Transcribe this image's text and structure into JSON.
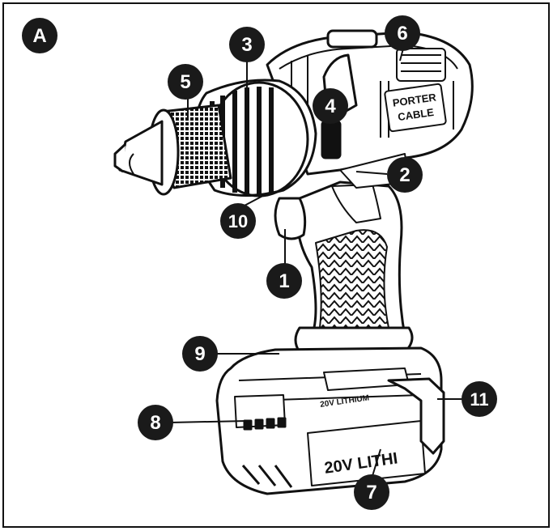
{
  "figure": {
    "panel_label": "A",
    "callouts": [
      "1",
      "2",
      "3",
      "4",
      "5",
      "6",
      "7",
      "8",
      "9",
      "10",
      "11"
    ]
  },
  "branding": {
    "logo_line1": "PORTER",
    "logo_line2": "CABLE",
    "battery_top_label": "20V LITHIUM",
    "battery_front_label": "20V LITHI"
  },
  "colors": {
    "ink": "#111111",
    "callout_fill": "#1a1a1a",
    "callout_text": "#ffffff",
    "paper": "#ffffff"
  }
}
